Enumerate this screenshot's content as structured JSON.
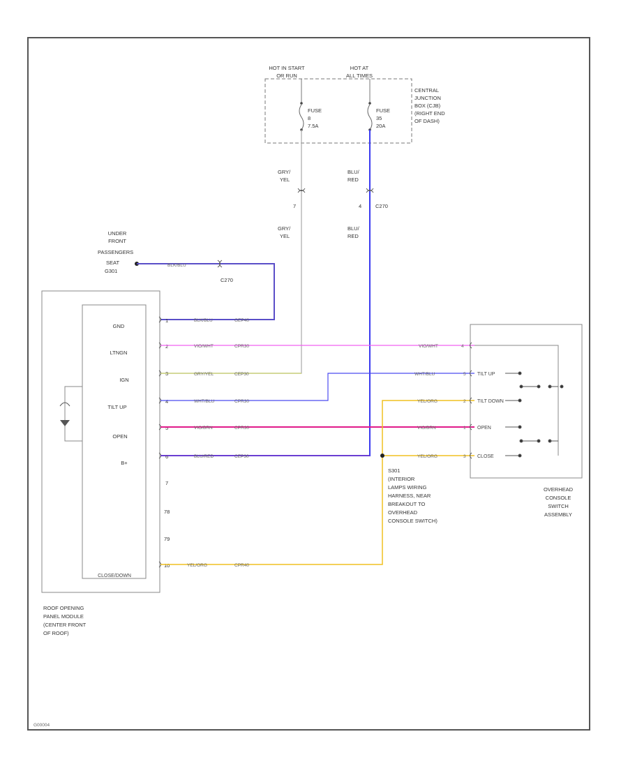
{
  "colors": {
    "frame": "#555555",
    "box": "#888888",
    "text": "#333333",
    "blue": "#3a3af0",
    "violet": "#5a4ec8",
    "pink": "#f060f0",
    "magenta": "#e01a8a",
    "yellow": "#f0c020",
    "olive": "#c8d06a",
    "gray": "#a9a9a9"
  },
  "fuse_box": {
    "power1": [
      "HOT IN START",
      "OR RUN"
    ],
    "power2": [
      "HOT AT",
      "ALL TIMES"
    ],
    "fuse1": [
      "FUSE",
      "8",
      "7.5A"
    ],
    "fuse2": [
      "FUSE",
      "35",
      "20A"
    ],
    "name": [
      "CENTRAL",
      "JUNCTION",
      "BOX (CJB)",
      "(RIGHT END",
      "OF DASH)"
    ]
  },
  "wires_top": {
    "w1_upper": [
      "GRY/",
      "YEL"
    ],
    "w1_lower": [
      "GRY/",
      "YEL"
    ],
    "w1_pin": "7",
    "w2_upper": [
      "BLU/",
      "RED"
    ],
    "w2_lower": [
      "BLU/",
      "RED"
    ],
    "w2_pin": "4",
    "connector": "C270"
  },
  "ground": {
    "label": [
      "UNDER",
      "FRONT",
      "PASSENGERS",
      "SEAT",
      "G301"
    ],
    "wire": "BLK/BLU",
    "connector": "C270"
  },
  "module": {
    "pins": [
      "GND",
      "LTNGN",
      "IGN",
      "TILT UP",
      "OPEN",
      "B+"
    ],
    "pin_numbers": [
      "1",
      "2",
      "3",
      "4",
      "5",
      "6",
      "7",
      "78",
      "79",
      "10"
    ],
    "bottom_pin": "CLOSE/DOWN",
    "name": [
      "ROOF OPENING",
      "PANEL MODULE",
      "(CENTER FRONT",
      "OF ROOF)"
    ]
  },
  "wire_labels": {
    "gnd": [
      "BLK/BLU",
      "GEP40"
    ],
    "ltng": [
      "VIO/WHT",
      "CPR30"
    ],
    "ign": [
      "GRY/YEL",
      "CEP30"
    ],
    "tilt": [
      "WHT/BLU",
      "CPR30"
    ],
    "open": [
      "VIO/BRN",
      "CPR30"
    ],
    "bplus": [
      "BLU/RED",
      "CEP30"
    ],
    "close": [
      "YEL/ORG",
      "CPR40"
    ]
  },
  "console": {
    "wire_labels": [
      "VIO/WHT",
      "WHT/BLU",
      "YEL/ORG",
      "VIO/BRN",
      "YEL/ORG"
    ],
    "pin_numbers": [
      "4",
      "5",
      "2",
      "1",
      "3"
    ],
    "switch_labels": [
      "TILT UP",
      "TILT DOWN",
      "OPEN",
      "CLOSE"
    ],
    "name": [
      "OVERHEAD",
      "CONSOLE",
      "SWITCH",
      "ASSEMBLY"
    ]
  },
  "splice": {
    "label": [
      "S301",
      "(INTERIOR",
      "LAMPS WIRING",
      "HARNESS, NEAR",
      "BREAKOUT TO",
      "OVERHEAD",
      "CONSOLE SWITCH)"
    ]
  },
  "footer": "G00004"
}
